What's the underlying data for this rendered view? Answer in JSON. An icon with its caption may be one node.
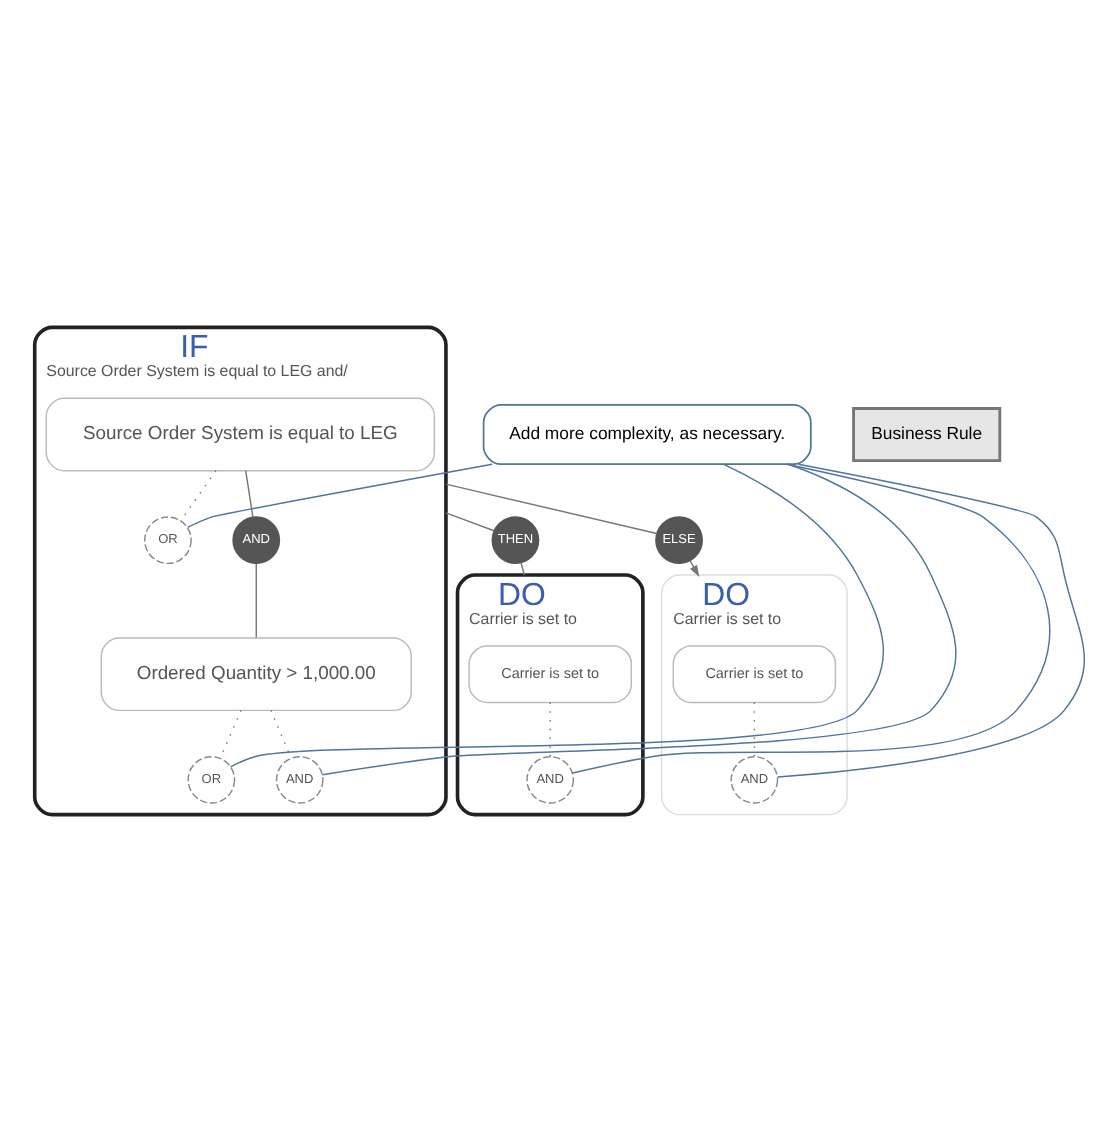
{
  "diagram": {
    "nodes": [
      {
        "text": [
          "IF",
          "Source Order System is equal to LEG and/"
        ]
      },
      {
        "text": [
          "Source Order System is equal to LEG"
        ],
        "in": 0
      },
      {
        "text": [
          "OR"
        ],
        "in": 0
      },
      {
        "text": [
          "AND"
        ],
        "in": 0
      },
      {
        "text": [
          "Ordered Quantity > 1,000.00"
        ],
        "in": 0
      },
      {
        "text": [
          "OR"
        ],
        "in": 0
      },
      {
        "text": [
          "AND"
        ],
        "in": 0
      },
      {
        "text": [
          "THEN"
        ]
      },
      {
        "text": [
          "DO",
          "Carrier is set to"
        ]
      },
      {
        "text": [
          "Carrier is set to"
        ],
        "in": 8
      },
      {
        "text": [
          "AND"
        ],
        "in": 8
      },
      {
        "text": [
          "ELSE"
        ]
      },
      {
        "text": [
          "DO",
          "Carrier is set to"
        ]
      },
      {
        "text": [
          "Carrier is set to"
        ],
        "in": 12
      },
      {
        "text": [
          "AND"
        ],
        "in": 12
      },
      {
        "text": [
          "Add more complexity, as necessary."
        ]
      },
      {
        "text": [
          "Business Rule"
        ]
      }
    ],
    "edges": [
      {
        "from": 1,
        "to": 2,
        "arrow": "none",
        "style": "dashed"
      },
      {
        "from": 1,
        "to": 3,
        "arrow": "none"
      },
      {
        "from": 3,
        "to": 4,
        "arrow": "none"
      },
      {
        "from": 4,
        "to": 5,
        "arrow": "none",
        "style": "dashed"
      },
      {
        "from": 4,
        "to": 6,
        "arrow": "none",
        "style": "dashed"
      },
      {
        "from": 0,
        "to": 7,
        "arrow": "none"
      },
      {
        "from": 7,
        "to": 8,
        "arrow": "none"
      },
      {
        "from": 9,
        "to": 10,
        "arrow": "none",
        "style": "dashed"
      },
      {
        "from": 0,
        "to": 11,
        "arrow": "none"
      },
      {
        "from": 11,
        "to": 12,
        "arrow": "to"
      },
      {
        "from": 13,
        "to": 14,
        "arrow": "none",
        "style": "dashed"
      },
      {
        "from": 15,
        "to": 2,
        "arrow": "none",
        "color": "#4f74a0"
      },
      {
        "from": 15,
        "to": 5,
        "arrow": "none",
        "color": "#4f74a0"
      },
      {
        "from": 15,
        "to": 6,
        "arrow": "none",
        "color": "#4f74a0"
      },
      {
        "from": 15,
        "to": 10,
        "arrow": "none",
        "color": "#4f74a0"
      },
      {
        "from": 15,
        "to": 14,
        "arrow": "none",
        "color": "#4f74a0"
      }
    ]
  }
}
